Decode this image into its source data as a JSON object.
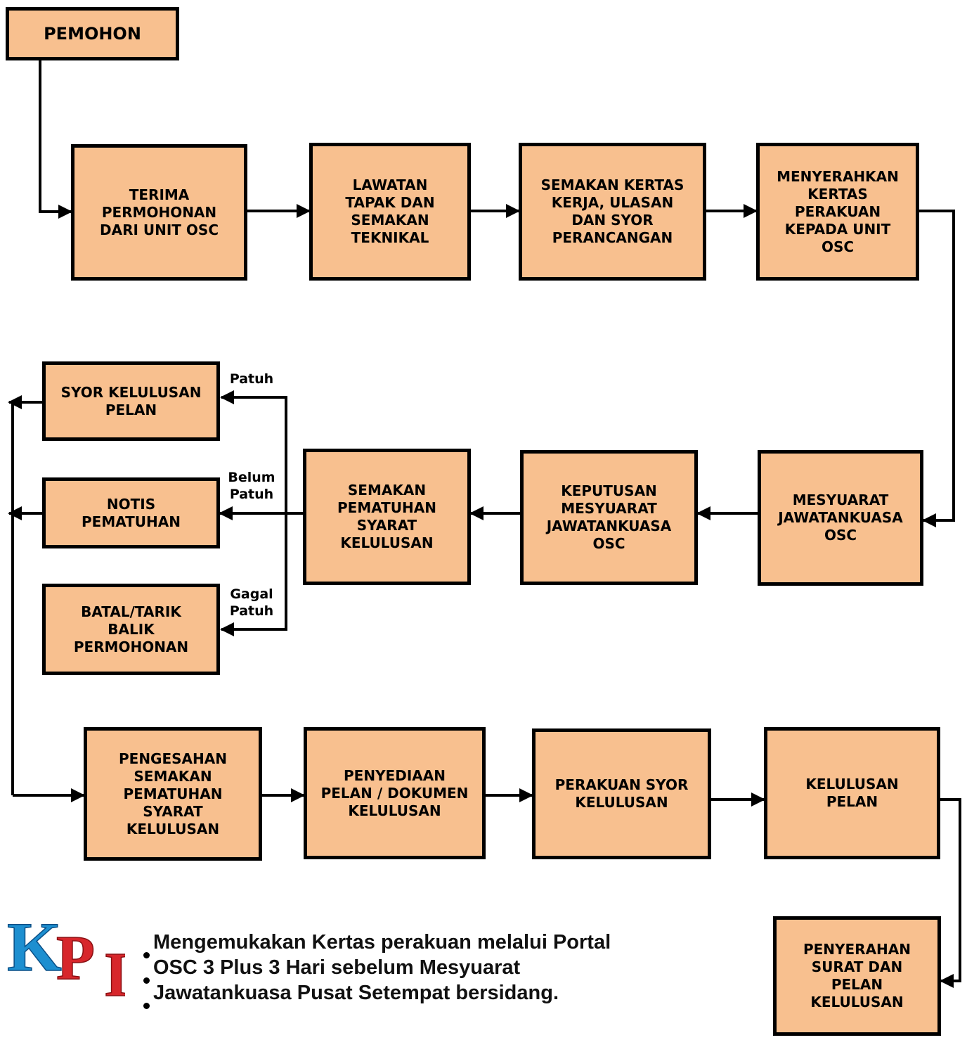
{
  "colors": {
    "box_fill": "#f8c08f",
    "stroke": "#000000",
    "logo_blue": "#1d8fd0",
    "logo_red": "#d7262b"
  },
  "nodes": {
    "pemohon": "PEMOHON",
    "terima": "TERIMA\nPERMOHONAN\nDARI UNIT OSC",
    "lawatan": "LAWATAN\nTAPAK DAN\nSEMAKAN\nTEKNIKAL",
    "semakan_kertas": "SEMAKAN KERTAS\nKERJA, ULASAN\nDAN SYOR\nPERANCANGAN",
    "menyerahkan": "MENYERAHKAN\nKERTAS\nPERAKUAN\nKEPADA UNIT\nOSC",
    "mesyuarat": "MESYUARAT\nJAWATANKUASA\nOSC",
    "keputusan": "KEPUTUSAN\nMESYUARAT\nJAWATANKUASA\nOSC",
    "semakan_pematuhan": "SEMAKAN\nPEMATUHAN\nSYARAT\nKELULUSAN",
    "syor_kelulusan": "SYOR KELULUSAN\nPELAN",
    "notis": "NOTIS\nPEMATUHAN",
    "batal": "BATAL/TARIK\nBALIK\nPERMOHONAN",
    "pengesahan": "PENGESAHAN\nSEMAKAN\nPEMATUHAN\nSYARAT\nKELULUSAN",
    "penyediaan": "PENYEDIAAN\nPELAN / DOKUMEN\nKELULUSAN",
    "perakuan": "PERAKUAN SYOR\nKELULUSAN",
    "kelulusan": "KELULUSAN\nPELAN",
    "penyerahan": "PENYERAHAN\nSURAT DAN\nPELAN\nKELULUSAN"
  },
  "edge_labels": {
    "patuh": "Patuh",
    "belum_patuh": "Belum\nPatuh",
    "gagal_patuh": "Gagal\nPatuh"
  },
  "note": "Mengemukakan Kertas perakuan melalui Portal\nOSC 3 Plus 3 Hari  sebelum  Mesyuarat\nJawatankuasa Pusat Setempat bersidang.",
  "logo": {
    "letters": "KPI"
  }
}
